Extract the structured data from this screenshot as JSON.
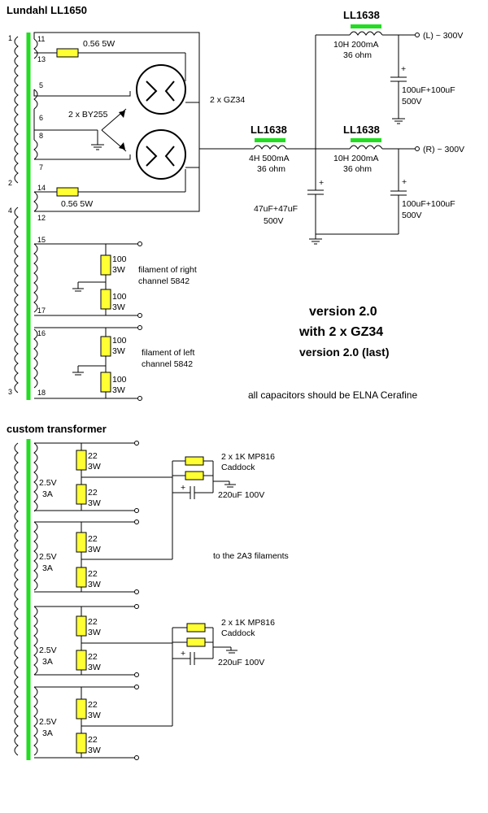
{
  "top": {
    "transformer_title": "Lundahl LL1650",
    "pins": {
      "p1": "1",
      "p11": "11",
      "p13": "13",
      "p5": "5",
      "p6": "6",
      "p8": "8",
      "p7": "7",
      "p14": "14",
      "p12": "12",
      "p2": "2",
      "p4": "4",
      "p15": "15",
      "p17": "17",
      "p16": "16",
      "p18": "18",
      "p3": "3"
    },
    "r_top": "0.56 5W",
    "r_bottom": "0.56 5W",
    "diodes": "2 x BY255",
    "rectifiers": "2 x GZ34",
    "choke_main": {
      "name": "LL1638",
      "spec1": "4H 500mA",
      "spec2": "36 ohm"
    },
    "choke_left": {
      "name": "LL1638",
      "spec1": "10H 200mA",
      "spec2": "36 ohm"
    },
    "choke_right": {
      "name": "LL1638",
      "spec1": "10H 200mA",
      "spec2": "36 ohm"
    },
    "out_left": "(L) ~ 300V",
    "out_right": "(R) ~ 300V",
    "cap_left": {
      "v1": "100uF+100uF",
      "v2": "500V"
    },
    "cap_right": {
      "v1": "100uF+100uF",
      "v2": "500V"
    },
    "cap_main": {
      "v1": "47uF+47uF",
      "v2": "500V"
    },
    "plus": "+",
    "fil_r1": {
      "v1": "100",
      "v2": "3W"
    },
    "fil_r2": {
      "v1": "100",
      "v2": "3W"
    },
    "fil_r3": {
      "v1": "100",
      "v2": "3W"
    },
    "fil_r4": {
      "v1": "100",
      "v2": "3W"
    },
    "fil_right": {
      "l1": "filament of right",
      "l2": "channel 5842"
    },
    "fil_left": {
      "l1": "filament of left",
      "l2": "channel 5842"
    }
  },
  "version": {
    "l1": "version 2.0",
    "l2": "with 2 x GZ34",
    "l3": "version 2.0 (last)"
  },
  "note": "all capacitors should be ELNA Cerafine",
  "bottom": {
    "transformer_title": "custom transformer",
    "windings": [
      {
        "v": "2.5V",
        "a": "3A"
      },
      {
        "v": "2.5V",
        "a": "3A"
      },
      {
        "v": "2.5V",
        "a": "3A"
      },
      {
        "v": "2.5V",
        "a": "3A"
      }
    ],
    "resistors": {
      "v1": "22",
      "v2": "3W"
    },
    "caddock_a": {
      "l1": "2 x 1K MP816",
      "l2": "Caddock"
    },
    "caddock_b": {
      "l1": "2 x 1K MP816",
      "l2": "Caddock"
    },
    "cap_a": "220uF 100V",
    "cap_b": "220uF 100V",
    "to_2a3": "to the 2A3 filaments"
  }
}
